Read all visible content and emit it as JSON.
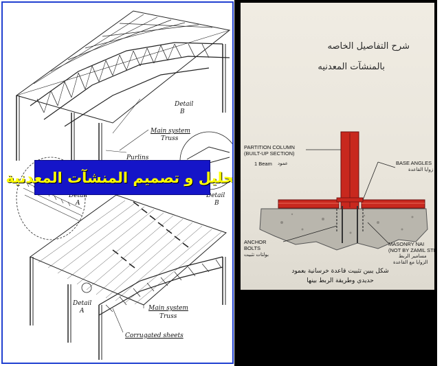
{
  "left": {
    "title": "تحليل و تصميم المنشآت المعدنية",
    "labels": {
      "detail_b_top": "Detail",
      "detail_b_top_letter": "B",
      "main_truss_top": "Main system",
      "main_truss_top_2": "Truss",
      "purlins": "Purlins",
      "detail_a_mid": "Detail",
      "detail_a_mid_letter": "A",
      "detail_b_mid": "Detail",
      "detail_b_mid_letter": "B",
      "detail_a_bot": "Detail",
      "detail_a_bot_letter": "A",
      "main_truss_bot": "Main system",
      "main_truss_bot_2": "Truss",
      "corrugated": "Corrugated sheets"
    }
  },
  "right": {
    "title_line1": "شرح التفاصيل الخاصه",
    "title_line2": "بالمنشآت المعدنيه",
    "labels": {
      "partition_column": "PARTITION COLUMN",
      "built_up": "(BUILT-UP SECTION)",
      "beam": "1 Beam",
      "beam_ar": "عمود",
      "base_angles": "BASE ANGLES",
      "base_angles_ar": "زوايا القاعدة",
      "anchor": "ANCHOR",
      "bolts": "BOLTS",
      "bolts_ar": "بولتات تثبيت",
      "masonry": "MASONRY NAI",
      "not_by": "(NOT BY ZAMIL STE",
      "masonry_ar": "مسامير الربط",
      "angles_ar": "الزوايا مع القاعدة"
    },
    "caption_line1": "شكل يبين تثبيت قاعدة خرسانية بعمود",
    "caption_line2": "حديدي وطريقة الربط بينها"
  },
  "colors": {
    "banner_bg": "#1515c8",
    "banner_text": "#ffff00",
    "steel_red": "#c8281e",
    "frame_blue": "#1f3fd0"
  }
}
